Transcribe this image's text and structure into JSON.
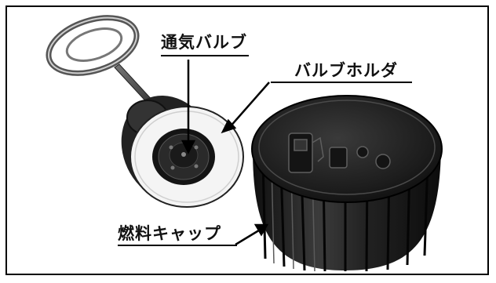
{
  "callouts": {
    "vent_valve": "通気バルブ",
    "valve_holder": "バルブホルダ",
    "fuel_cap": "燃料キャップ"
  },
  "colors": {
    "ink": "#000000",
    "background": "#ffffff",
    "cap_dark": "#1a1a1a",
    "holder_white": "#f4f4f4"
  }
}
